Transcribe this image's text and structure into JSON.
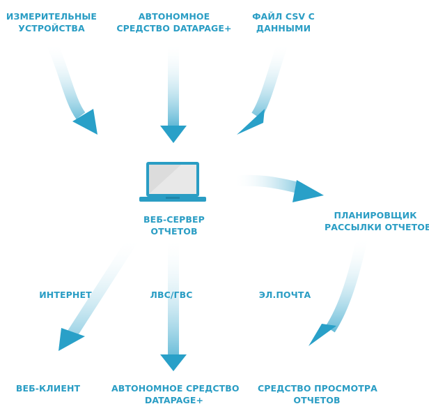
{
  "colors": {
    "accent": "#2a9dc4",
    "arrow_dark": "#29a0c8",
    "arrow_light": "#e7f4fa",
    "laptop_outline": "#2a9dc4",
    "laptop_screen": "#dcdcdc"
  },
  "sources": {
    "measuring_devices": [
      "ИЗМЕРИТЕЛЬНЫЕ",
      "УСТРОЙСТВА"
    ],
    "standalone_datapage": [
      "АВТОНОМНОЕ",
      "СРЕДСТВО DATAPAGE+"
    ],
    "csv_file": [
      "ФАЙЛ CSV С",
      "ДАННЫМИ"
    ]
  },
  "server": {
    "icon": "laptop-icon",
    "label": [
      "ВЕБ-СЕРВЕР",
      "ОТЧЕТОВ"
    ]
  },
  "scheduler": {
    "label": [
      "ПЛАНИРОВЩИК",
      "РАССЫЛКИ ОТЧЕТОВ"
    ]
  },
  "channels": {
    "internet": "ИНТЕРНЕТ",
    "lan_wan": "ЛВС/ГВС",
    "email": "ЭЛ.ПОЧТА"
  },
  "destinations": {
    "web_client": [
      "ВЕБ-КЛИЕНТ"
    ],
    "standalone_datapage": [
      "АВТОНОМНОЕ СРЕДСТВО",
      "DATAPAGE+"
    ],
    "report_viewer": [
      "СРЕДСТВО ПРОСМОТРА",
      "ОТЧЕТОВ"
    ]
  }
}
